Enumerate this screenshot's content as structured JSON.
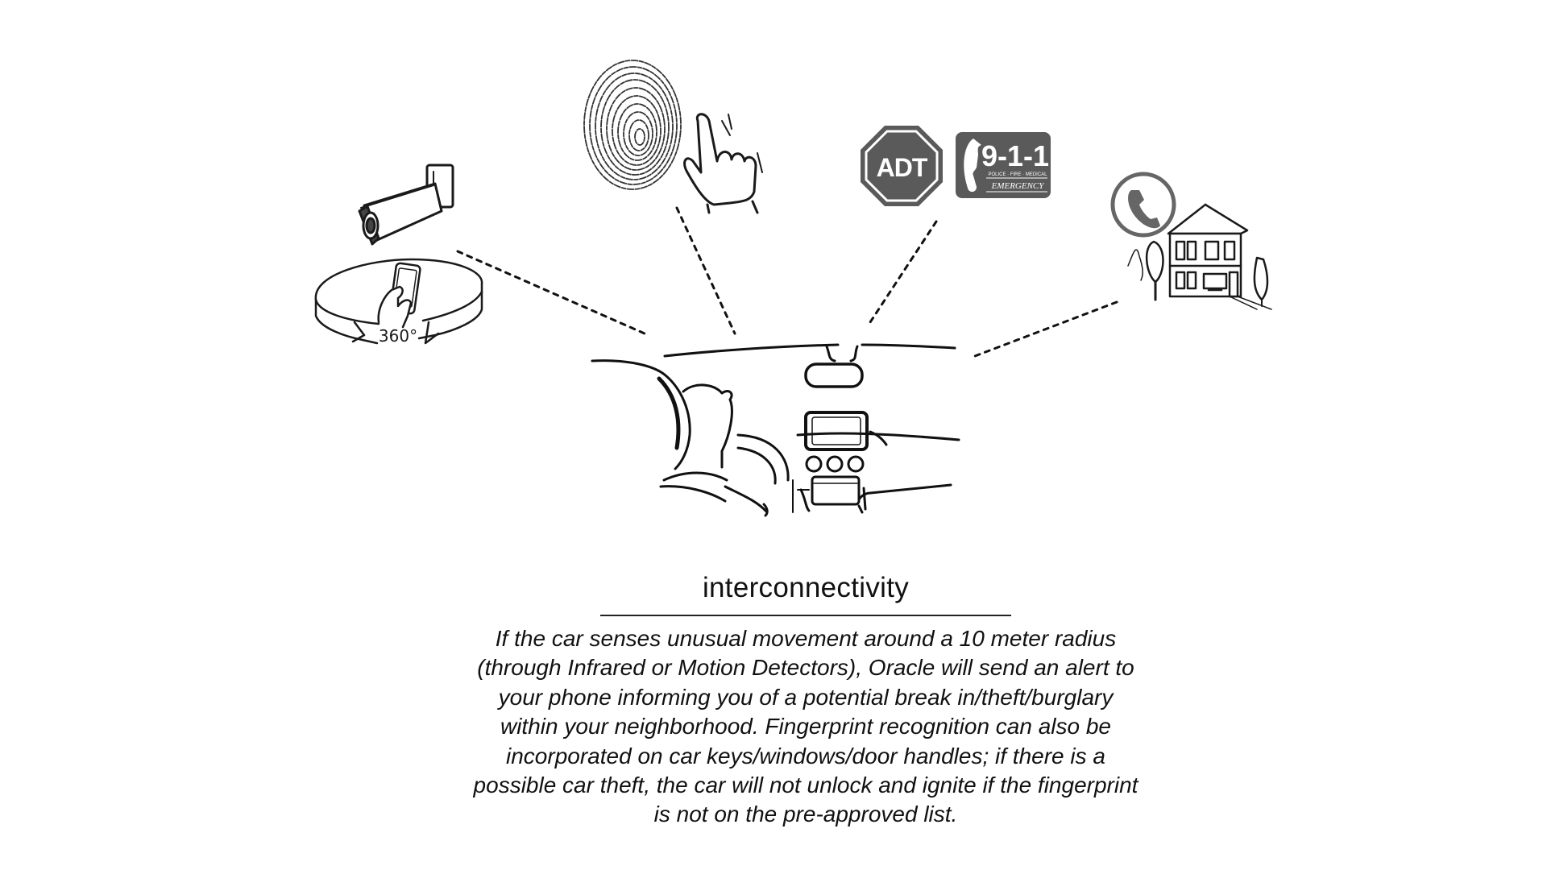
{
  "diagram": {
    "icons": [
      {
        "name": "security-camera-icon"
      },
      {
        "name": "phone-360-icon",
        "label": "360°"
      },
      {
        "name": "fingerprint-icon"
      },
      {
        "name": "touch-hand-icon"
      },
      {
        "name": "adt-sign-icon",
        "label": "ADT"
      },
      {
        "name": "emergency-911-icon",
        "number": "9-1-1",
        "tagline": "POLICE · FIRE · MEDICAL",
        "label": "EMERGENCY"
      },
      {
        "name": "phone-call-icon"
      },
      {
        "name": "house-icon"
      },
      {
        "name": "car-interior-icon"
      }
    ]
  },
  "caption": {
    "title": "interconnectivity",
    "lines": [
      "If the car senses unusual movement around a 10 meter radius",
      "(through Infrared or Motion Detectors), Oracle will send an alert to",
      "your phone informing you of a potential break in/theft/burglary",
      "within your neighborhood. Fingerprint recognition can also be",
      "incorporated on car keys/windows/door handles; if there is a",
      "possible car theft, the car will not unlock and ignite if the fingerprint",
      "is not on the pre-approved list."
    ]
  },
  "colors": {
    "ink": "#222222",
    "sign_fill": "#5a5a5a",
    "background": "#ffffff"
  }
}
